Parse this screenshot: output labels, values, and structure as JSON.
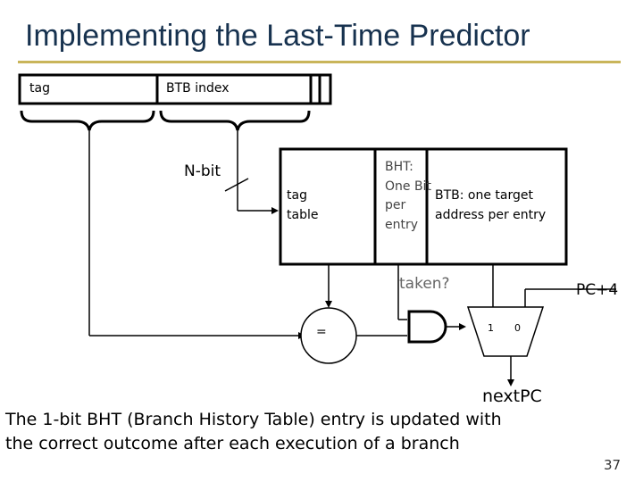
{
  "slide": {
    "title": "Implementing the Last-Time Predictor",
    "slide_number": "37",
    "caption_line1": "The 1-bit BHT (Branch History Table) entry is updated with",
    "caption_line2": "the correct outcome after each execution of a branch"
  },
  "diagram": {
    "pc_tag_label": "tag",
    "pc_index_label": "BTB index",
    "nbit_label": "N-bit",
    "tag_table_line1": "tag",
    "tag_table_line2": "table",
    "bht_text": "BHT: One Bit per entry",
    "btb_line1": "BTB: one target",
    "btb_line2": "address per entry",
    "taken_label": "taken?",
    "pc4_label": "PC+4",
    "compare_label": "=",
    "mux_in1": "1",
    "mux_in0": "0",
    "next_pc_label": "nextPC"
  }
}
